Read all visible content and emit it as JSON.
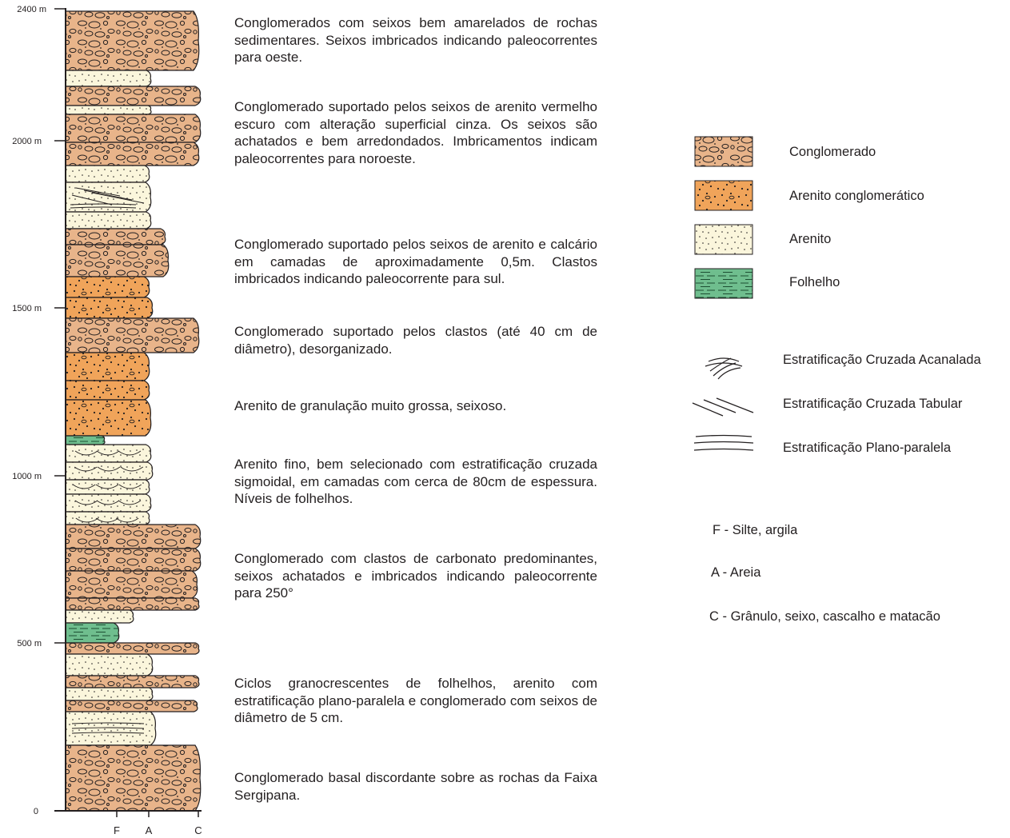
{
  "axis": {
    "unit": "m",
    "depth_labels": [
      "2400 m",
      "2000 m",
      "1500 m",
      "1000 m",
      "500 m",
      "0"
    ],
    "grain_labels": [
      "F",
      "A",
      "C"
    ]
  },
  "descriptions": [
    "Conglomerados com seixos bem amarelados de rochas sedimentares. Seixos imbricados indicando paleocorrentes para oeste.",
    "Conglomerado suportado pelos seixos de arenito vermelho escuro com alteração superficial cinza. Os seixos são achatados e bem arredondados. Imbricamentos indicam paleocorrentes para noroeste.",
    "Conglomerado suportado pelos seixos de arenito e calcário em camadas de aproximadamente 0,5m. Clastos imbricados indicando paleocorrente para sul.",
    "Conglomerado suportado pelos clastos (até 40 cm de diâmetro), desorganizado.",
    "Arenito de granulação muito grossa, seixoso.",
    "Arenito fino, bem selecionado com estratificação cruzada sigmoidal, em camadas com cerca de 80cm de espessura. Níveis de folhelhos.",
    "Conglomerado com clastos de carbonato predominantes, seixos achatados e imbricados indicando paleocorrente para 250°",
    "Ciclos granocrescentes de folhelhos, arenito com estratificação plano-paralela e conglomerado com seixos de diâmetro de 5 cm.",
    "Conglomerado basal discordante sobre as rochas da Faixa Sergipana."
  ],
  "legend": {
    "lithology": [
      {
        "label": "Conglomerado",
        "pattern": "conglomerate",
        "color": "#e8b48a"
      },
      {
        "label": "Arenito conglomerático",
        "pattern": "pebbly-sandstone",
        "color": "#f0a45a"
      },
      {
        "label": "Arenito",
        "pattern": "sandstone",
        "color": "#fbf6dc"
      },
      {
        "label": "Folhelho",
        "pattern": "shale",
        "color": "#6fbe8e"
      }
    ],
    "structures": [
      {
        "label": "Estratificação  Cruzada Acanalada",
        "icon": "trough-cross-bedding-icon"
      },
      {
        "label": "Estratificação  Cruzada Tabular",
        "icon": "tabular-cross-bedding-icon"
      },
      {
        "label": "Estratificação Plano-paralela",
        "icon": "plane-parallel-bedding-icon"
      }
    ],
    "grain_size": [
      "F - Silte, argila",
      "A - Areia",
      "C - Grânulo, seixo, cascalho e matacão"
    ]
  },
  "colors": {
    "conglomerate": "#e8b48a",
    "pebbly_sandstone": "#f0a45a",
    "sandstone": "#fbf6dc",
    "shale": "#6fbe8e",
    "outline": "#231f20"
  }
}
